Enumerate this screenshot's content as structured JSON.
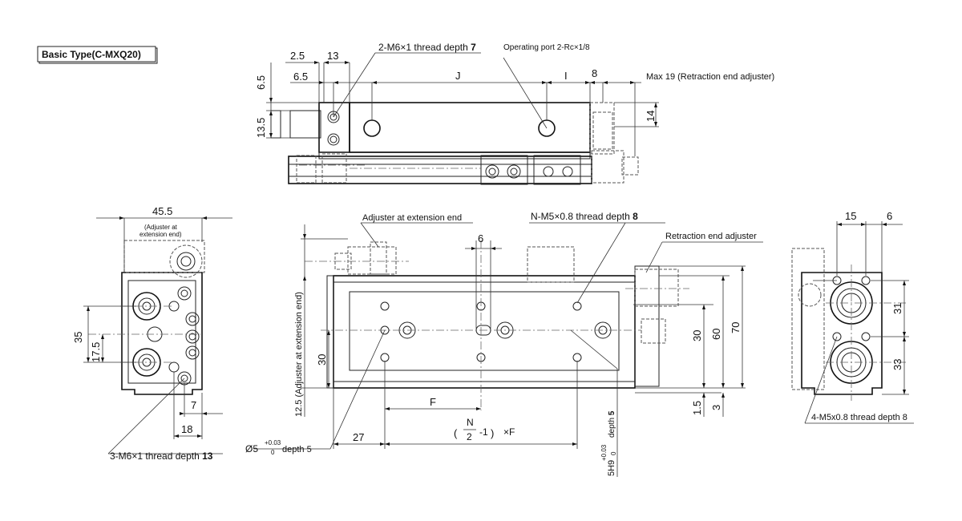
{
  "title": "Basic Type(C-MXQ20)",
  "top_view": {
    "callout_m6": "2-M6×1 thread depth ",
    "callout_m6_depth": "7",
    "callout_port": "Operating port 2-Rc×1/8",
    "callout_max": "Max 19 (Retraction end adjuster)",
    "dim_2_5": "2.5",
    "dim_13": "13",
    "dim_6_5_h": "6.5",
    "dim_6_5_v": "6.5",
    "dim_13_5": "13.5",
    "dim_J": "J",
    "dim_I": "I",
    "dim_8": "8",
    "dim_14": "14"
  },
  "left_view": {
    "dim_45_5": "45.5",
    "note_adjuster": "(Adjuster at",
    "note_adjuster2": "extension end)",
    "dim_35": "35",
    "dim_17_5": "17.5",
    "dim_7": "7",
    "dim_18": "18",
    "callout_m6": "3-M6×1 thread depth ",
    "callout_m6_depth": "13"
  },
  "front_view": {
    "callout_adjuster": "Adjuster at extension end",
    "callout_nm5": "N-M5×0.8 thread depth ",
    "callout_nm5_depth": "8",
    "callout_retraction": "Retraction end adjuster",
    "dim_6": "6",
    "dim_12_5": "12.5 (Adjuster at extension end)",
    "dim_30_left": "30",
    "dim_30_right": "30",
    "dim_60": "60",
    "dim_70": "70",
    "dim_1_5": "1.5",
    "dim_3": "3",
    "dim_F": "F",
    "dim_27": "27",
    "formula_N": "N",
    "formula_2": "2",
    "formula_minus1": "-1",
    "formula_xF": "×F",
    "callout_bore": "Ø5",
    "callout_bore_tol_plus": "+0.03",
    "callout_bore_tol_zero": "0",
    "callout_bore_depth": " depth 5",
    "callout_slot": "5H9",
    "callout_slot_tol_plus": "+0.03",
    "callout_slot_tol_zero": "0",
    "callout_slot_depth": " depth ",
    "callout_slot_depth_val": "5"
  },
  "right_view": {
    "dim_15": "15",
    "dim_6": "6",
    "dim_31": "31",
    "dim_33": "33",
    "callout_m5": "4-M5x0.8 thread depth 8"
  }
}
